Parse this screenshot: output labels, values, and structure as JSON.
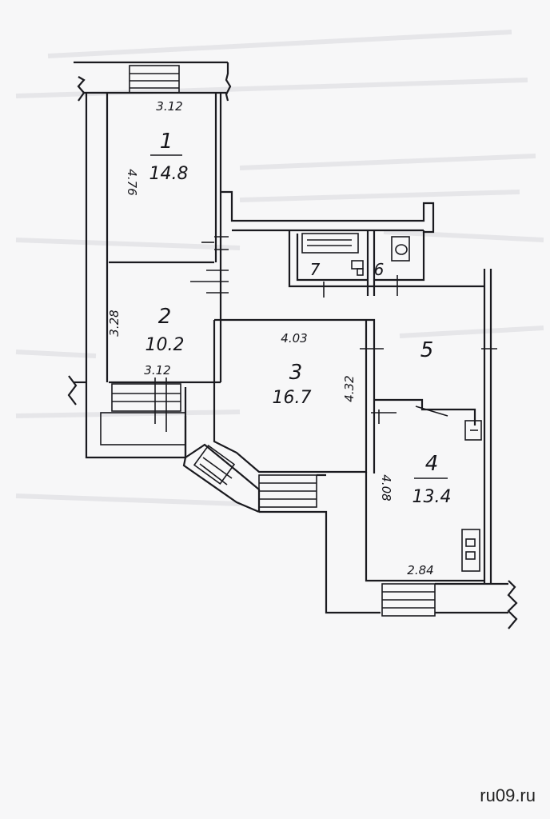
{
  "rooms": [
    {
      "number": "1",
      "area": "14.8"
    },
    {
      "number": "2",
      "area": "10.2"
    },
    {
      "number": "3",
      "area": "16.7"
    },
    {
      "number": "4",
      "area": "13.4"
    },
    {
      "number": "5"
    },
    {
      "number": "6"
    },
    {
      "number": "7"
    }
  ],
  "dimensions": {
    "room1_width": "3.12",
    "room1_length": "4.76",
    "room2_length": "3.28",
    "room2_width": "3.12",
    "room3_width": "4.03",
    "room3_length": "4.32",
    "room4_length": "4.08",
    "room4_width": "2.84"
  },
  "watermark": "ru09.ru",
  "colors": {
    "ink": "#1a1a1f",
    "paper": "#f7f7f8"
  }
}
